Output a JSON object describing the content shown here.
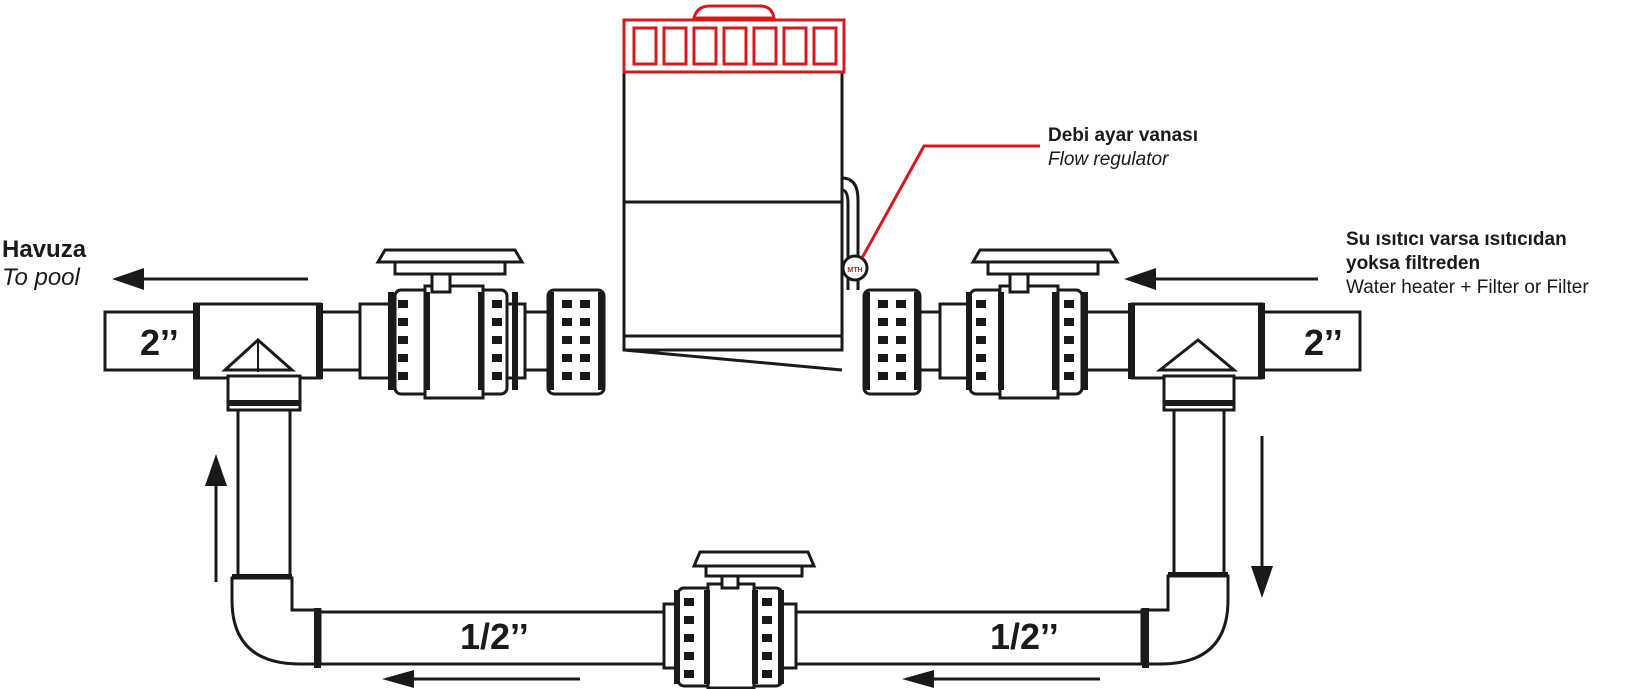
{
  "labels": {
    "outlet": {
      "tr": "Havuza",
      "en": "To pool"
    },
    "inlet": {
      "tr_line1": "Su ısıtıcı varsa ısıtıcıdan",
      "tr_line2": "yoksa filtreden",
      "en": "Water heater + Filter or Filter"
    },
    "flow_regulator": {
      "tr": "Debi ayar vanası",
      "en": "Flow regulator"
    },
    "valve_stamp": "MTH"
  },
  "pipe_sizes": {
    "main_left": "2’’",
    "main_right": "2’’",
    "bypass_left": "1/2’’",
    "bypass_right": "1/2’’"
  },
  "colors": {
    "accent": "#d7191f",
    "outline": "#1a1a1a",
    "fill": "#ffffff"
  }
}
